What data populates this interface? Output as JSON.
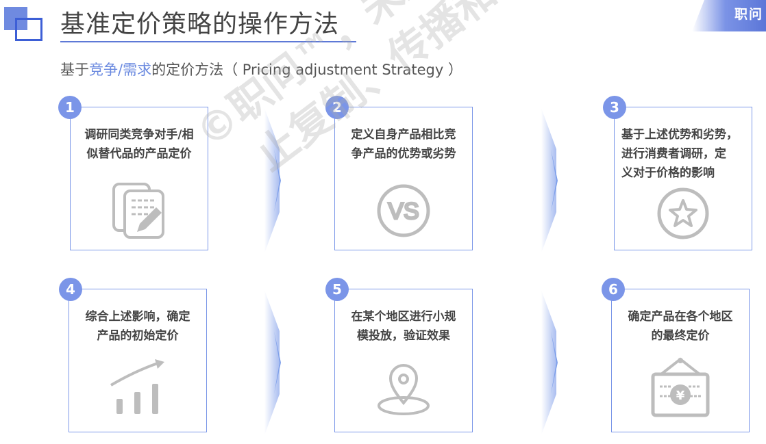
{
  "header": {
    "title": "基准定价策略的操作方法",
    "corner_label": "职问"
  },
  "subtitle": {
    "prefix": "基于",
    "highlight": "竞争/需求",
    "suffix": "的定价方法（ Pricing adjustment Strategy ）"
  },
  "steps": [
    {
      "number": "1",
      "lines": [
        "调研同类竞争对手/相",
        "似替代品的产品定价"
      ],
      "icon": "document-edit-icon"
    },
    {
      "number": "2",
      "lines": [
        "定义自身产品相比竞",
        "争产品的优势或劣势"
      ],
      "icon": "vs-icon"
    },
    {
      "number": "3",
      "lines": [
        "基于上述优势和劣势，",
        "进行消费者调研，定",
        "义对于价格的影响"
      ],
      "icon": "star-icon"
    },
    {
      "number": "4",
      "lines": [
        "综合上述影响，确定",
        "产品的初始定价"
      ],
      "icon": "growth-chart-icon"
    },
    {
      "number": "5",
      "lines": [
        "在某个地区进行小规",
        "模投放，验证效果"
      ],
      "icon": "location-pin-icon"
    },
    {
      "number": "6",
      "lines": [
        "确定产品在各个地区",
        "的最终定价"
      ],
      "icon": "price-tag-icon"
    }
  ],
  "watermark": {
    "line1": "©职问™，未经允许禁",
    "line2": "止复制、传播和修改"
  },
  "colors": {
    "accent": "#7b95e8",
    "title_line": "#5e79d6",
    "highlight": "#6c8be0",
    "icon_gray": "#bdbdbd"
  }
}
